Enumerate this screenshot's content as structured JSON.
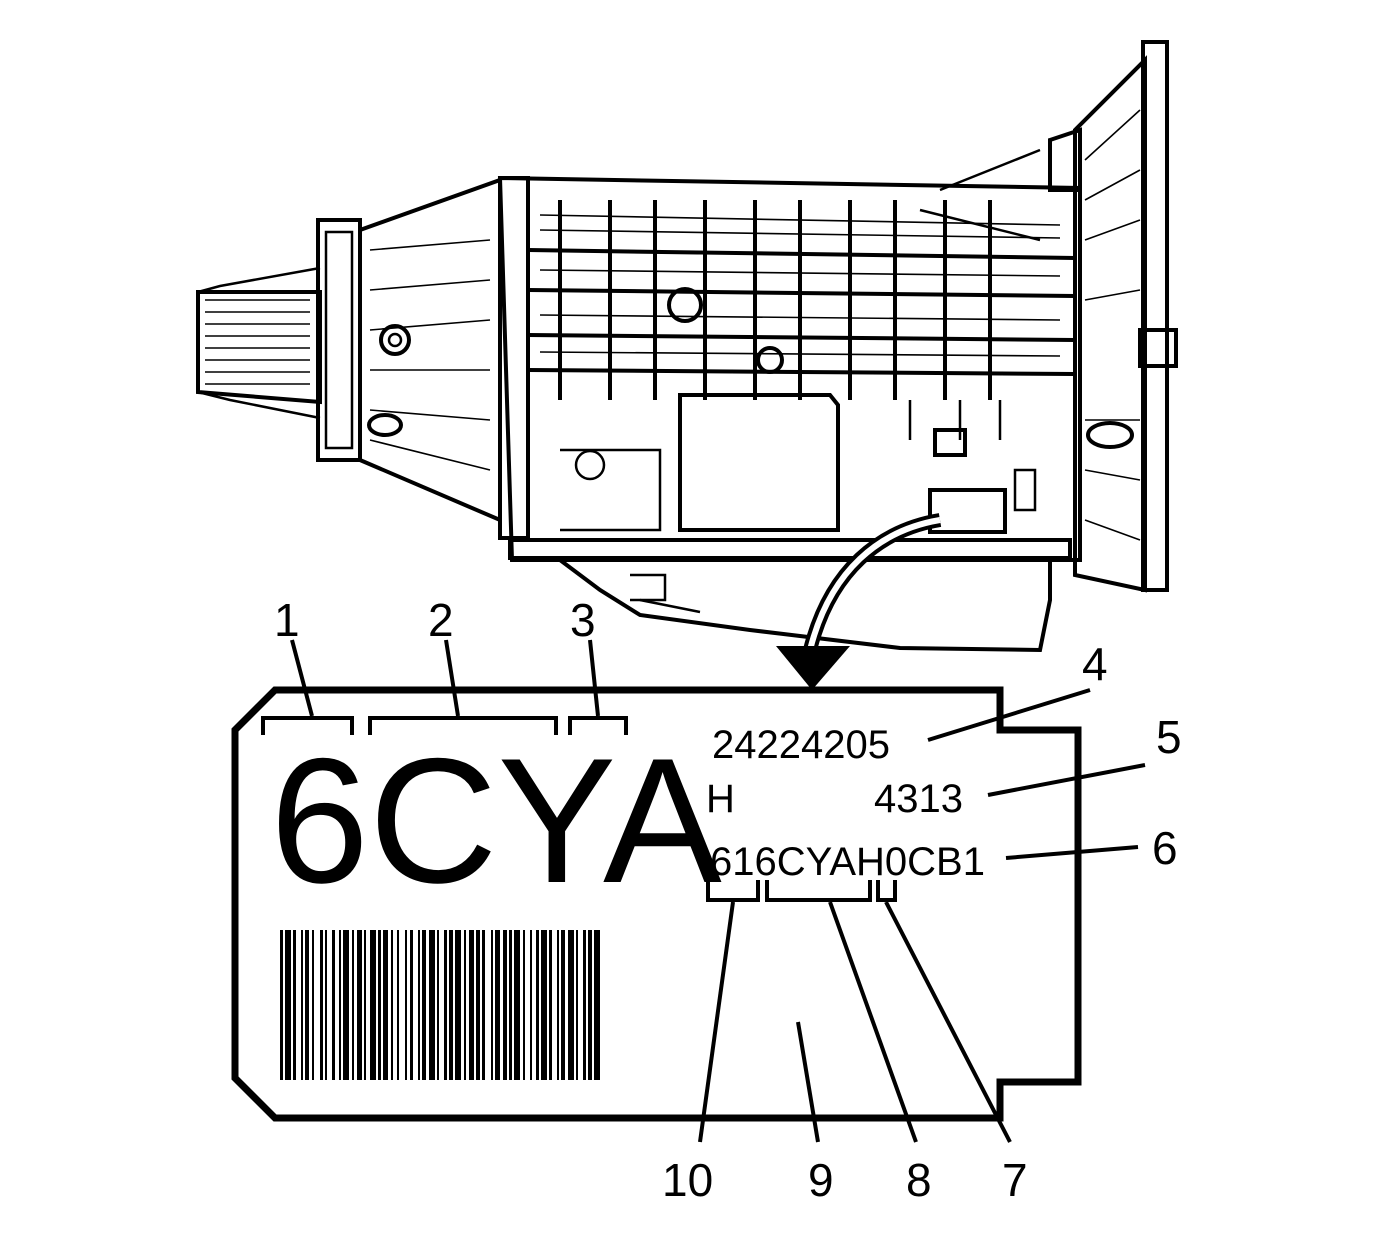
{
  "label": {
    "big_code": "6CYA",
    "part_number": "24224205",
    "line_code": "4313",
    "plant_letter": "H",
    "serial": "616CYAH0CB1",
    "serial_parts": [
      "61",
      "6CYA",
      "H",
      "0CB1"
    ]
  },
  "callouts": [
    "1",
    "2",
    "3",
    "4",
    "5",
    "6",
    "7",
    "8",
    "9",
    "10"
  ]
}
